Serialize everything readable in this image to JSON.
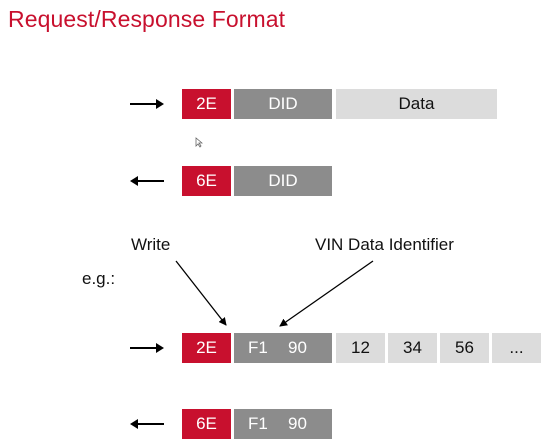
{
  "title": "Request/Response Format",
  "request_generic": {
    "sid": "2E",
    "did": "DID",
    "data": "Data"
  },
  "response_generic": {
    "sid": "6E",
    "did": "DID"
  },
  "labels": {
    "write": "Write",
    "vin": "VIN Data Identifier",
    "eg": "e.g.:"
  },
  "request_example": {
    "sid": "2E",
    "did_hi": "F1",
    "did_lo": "90",
    "bytes": [
      "12",
      "34",
      "56",
      "..."
    ]
  },
  "response_example": {
    "sid": "6E",
    "did_hi": "F1",
    "did_lo": "90"
  },
  "colors": {
    "accent": "#c8102e",
    "did_gray": "#8c8c8c",
    "data_gray": "#dcdcdc"
  }
}
